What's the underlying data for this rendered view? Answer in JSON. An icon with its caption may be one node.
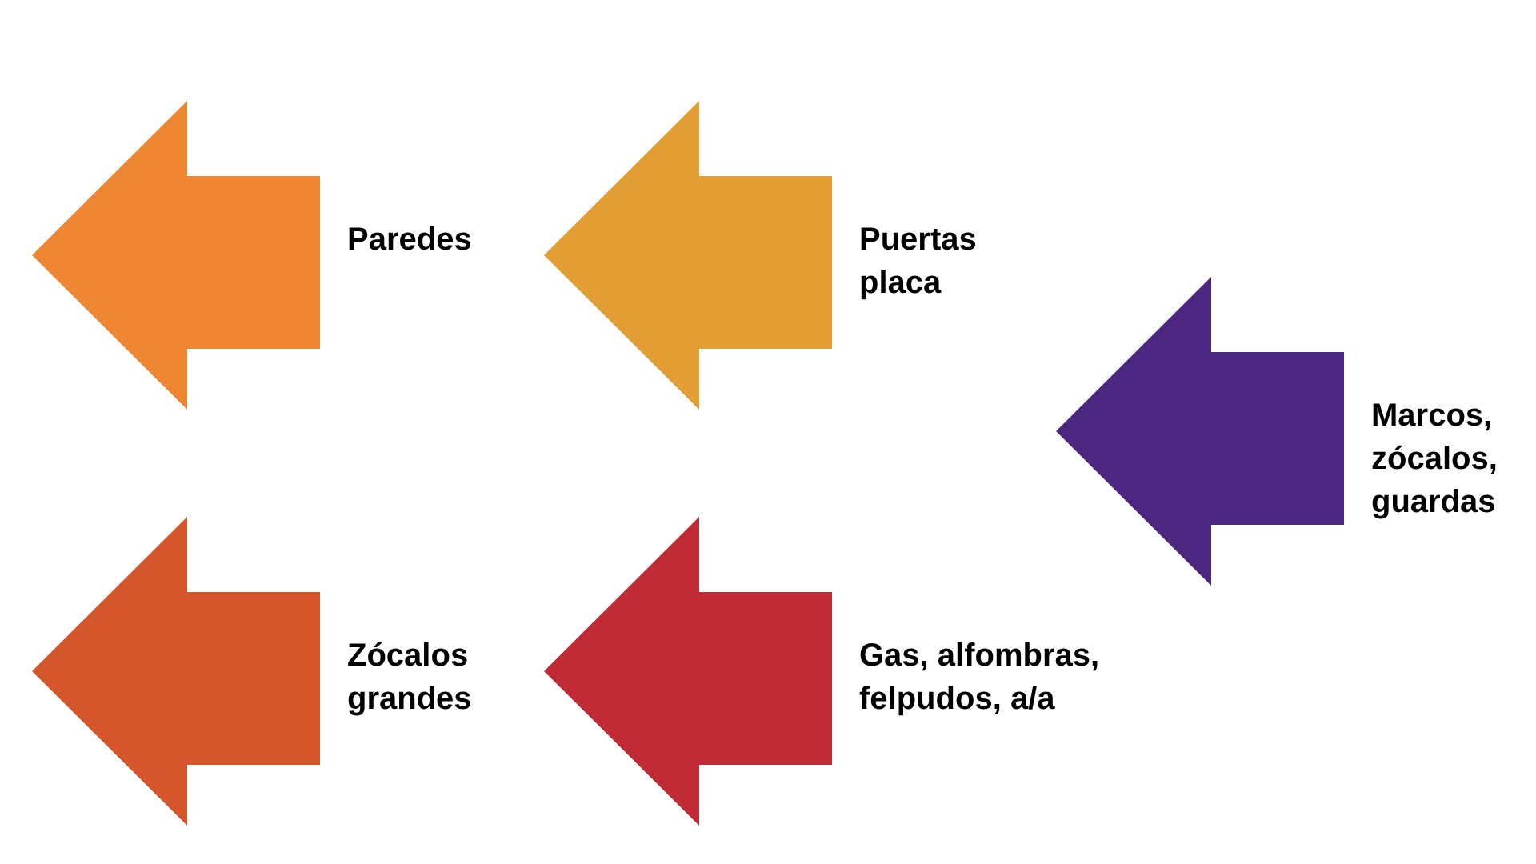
{
  "diagram": {
    "nodes": [
      {
        "text": [],
        "shape": "arrow",
        "beside": [
          "Paredes"
        ]
      },
      {
        "text": [],
        "shape": "arrow",
        "beside": [
          "Puertas placa"
        ]
      },
      {
        "text": [],
        "shape": "arrow",
        "beside": [
          "Marcos, zócalos, guardas"
        ]
      },
      {
        "text": [],
        "shape": "arrow",
        "beside": [
          "Zócalos grandes"
        ]
      },
      {
        "text": [],
        "shape": "arrow",
        "beside": [
          "Gas, alfombras, felpudos, a/a"
        ]
      }
    ]
  }
}
